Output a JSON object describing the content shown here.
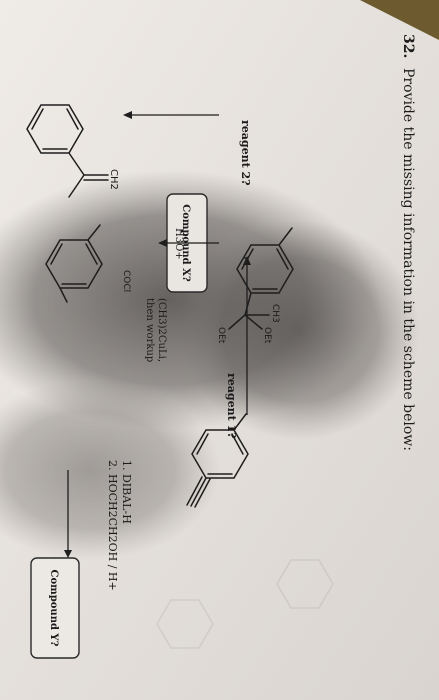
{
  "question": {
    "number": "32.",
    "prompt": "Provide the missing information in the scheme below:"
  },
  "scheme": {
    "substituents": {
      "ch2": "CH2",
      "ch3": "CH3",
      "oet_top": "OEt",
      "oet_bottom": "OEt",
      "cocl": "COCl"
    },
    "boxes": {
      "compound_x": "Compound X?",
      "compound_y": "Compound Y?"
    },
    "reagents": {
      "reagent_2": "reagent 2?",
      "reagent_1": "reagent 1?",
      "h3o": "H3O+",
      "cuprate_line1": "(CH3)2CuLi,",
      "cuprate_line2": "then workup",
      "dibal": "1. DIBAL-H",
      "acetal": "2. HOCH2CH2OH / H+"
    }
  },
  "colors": {
    "paper": "#ebe7e3",
    "shadow": "#5a5654",
    "ink": "#1e1e1e",
    "box_border": "#2a2a2a"
  }
}
